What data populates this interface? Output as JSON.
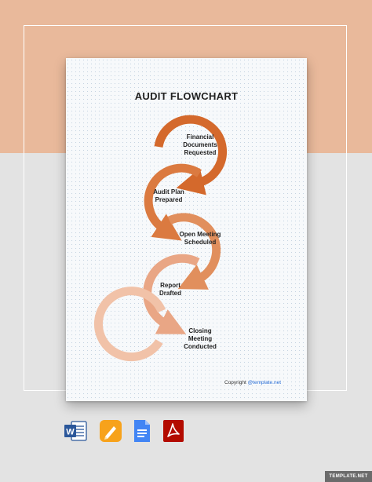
{
  "document": {
    "title": "AUDIT FLOWCHART",
    "steps": [
      {
        "label": "Financial\nDocuments\nRequested",
        "color": "#d4692c"
      },
      {
        "label": "Audit Plan\nPrepared",
        "color": "#db7a40"
      },
      {
        "label": "Open Meeting\nScheduled",
        "color": "#e18f5d"
      },
      {
        "label": "Report\nDrafted",
        "color": "#e9a685"
      },
      {
        "label": "Closing\nMeeting\nConducted",
        "color": "#f1c2a8"
      }
    ],
    "copyright_prefix": "Copyright ",
    "copyright_link": "@template.net"
  },
  "formats": [
    {
      "name": "Microsoft Word",
      "icon": "word-icon",
      "color": "#2b579a"
    },
    {
      "name": "Apple Pages",
      "icon": "pages-icon",
      "color": "#f7a21b"
    },
    {
      "name": "Google Docs",
      "icon": "google-docs-icon",
      "color": "#4285f4"
    },
    {
      "name": "Adobe PDF",
      "icon": "pdf-icon",
      "color": "#b30b00"
    }
  ],
  "badge": "TEMPLATE.NET"
}
